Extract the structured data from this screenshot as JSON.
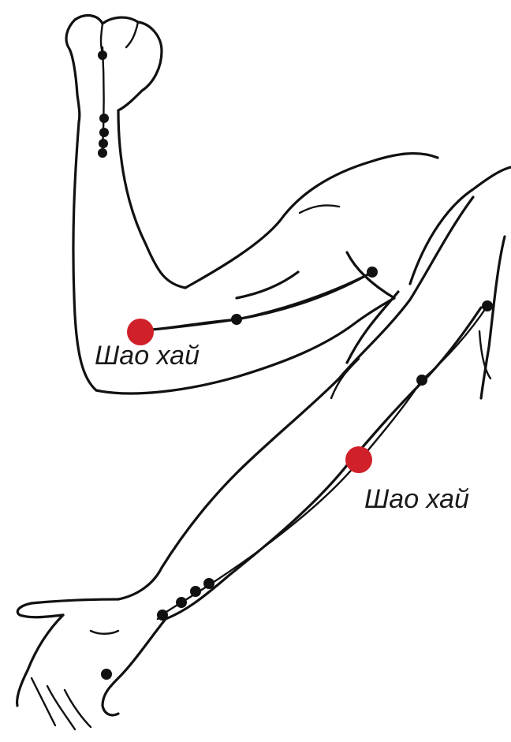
{
  "points": [
    {
      "name": "Шао хай",
      "position": "upper-arm-elbow"
    },
    {
      "name": "Шао хай",
      "position": "lower-arm-elbow"
    }
  ],
  "colors": {
    "acupoint": "#d0202a",
    "meridian_dot": "#111111",
    "line": "#111111"
  }
}
